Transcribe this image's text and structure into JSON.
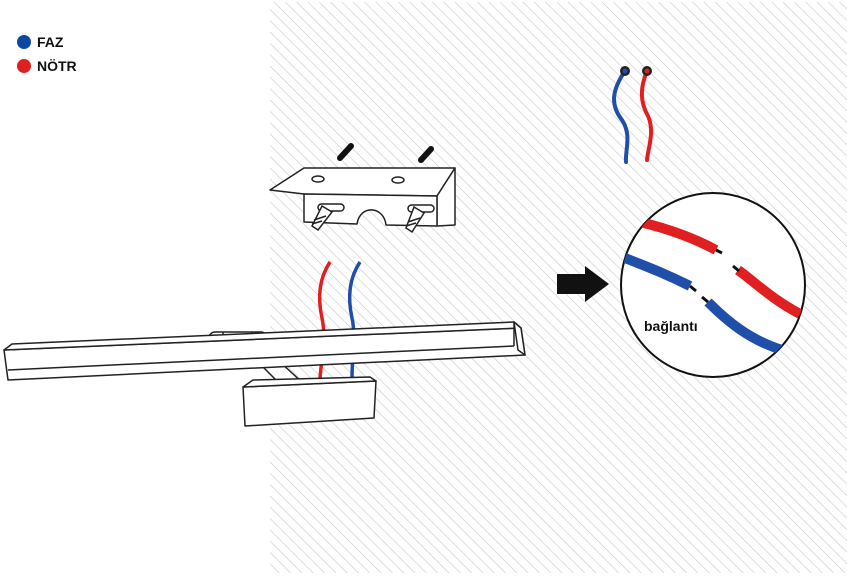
{
  "legend": {
    "items": [
      {
        "label": "FAZ",
        "color": "#0d47a1"
      },
      {
        "label": "NÖTR",
        "color": "#e02020"
      }
    ]
  },
  "wall": {
    "pattern": "diagonal-hatch",
    "line_color": "#c8c8c8"
  },
  "wires": {
    "phase_color": "#1f4fa8",
    "neutral_color": "#e02020"
  },
  "arrow": {
    "icon": "arrow-right-icon"
  },
  "connection": {
    "label": "bağlantı"
  }
}
